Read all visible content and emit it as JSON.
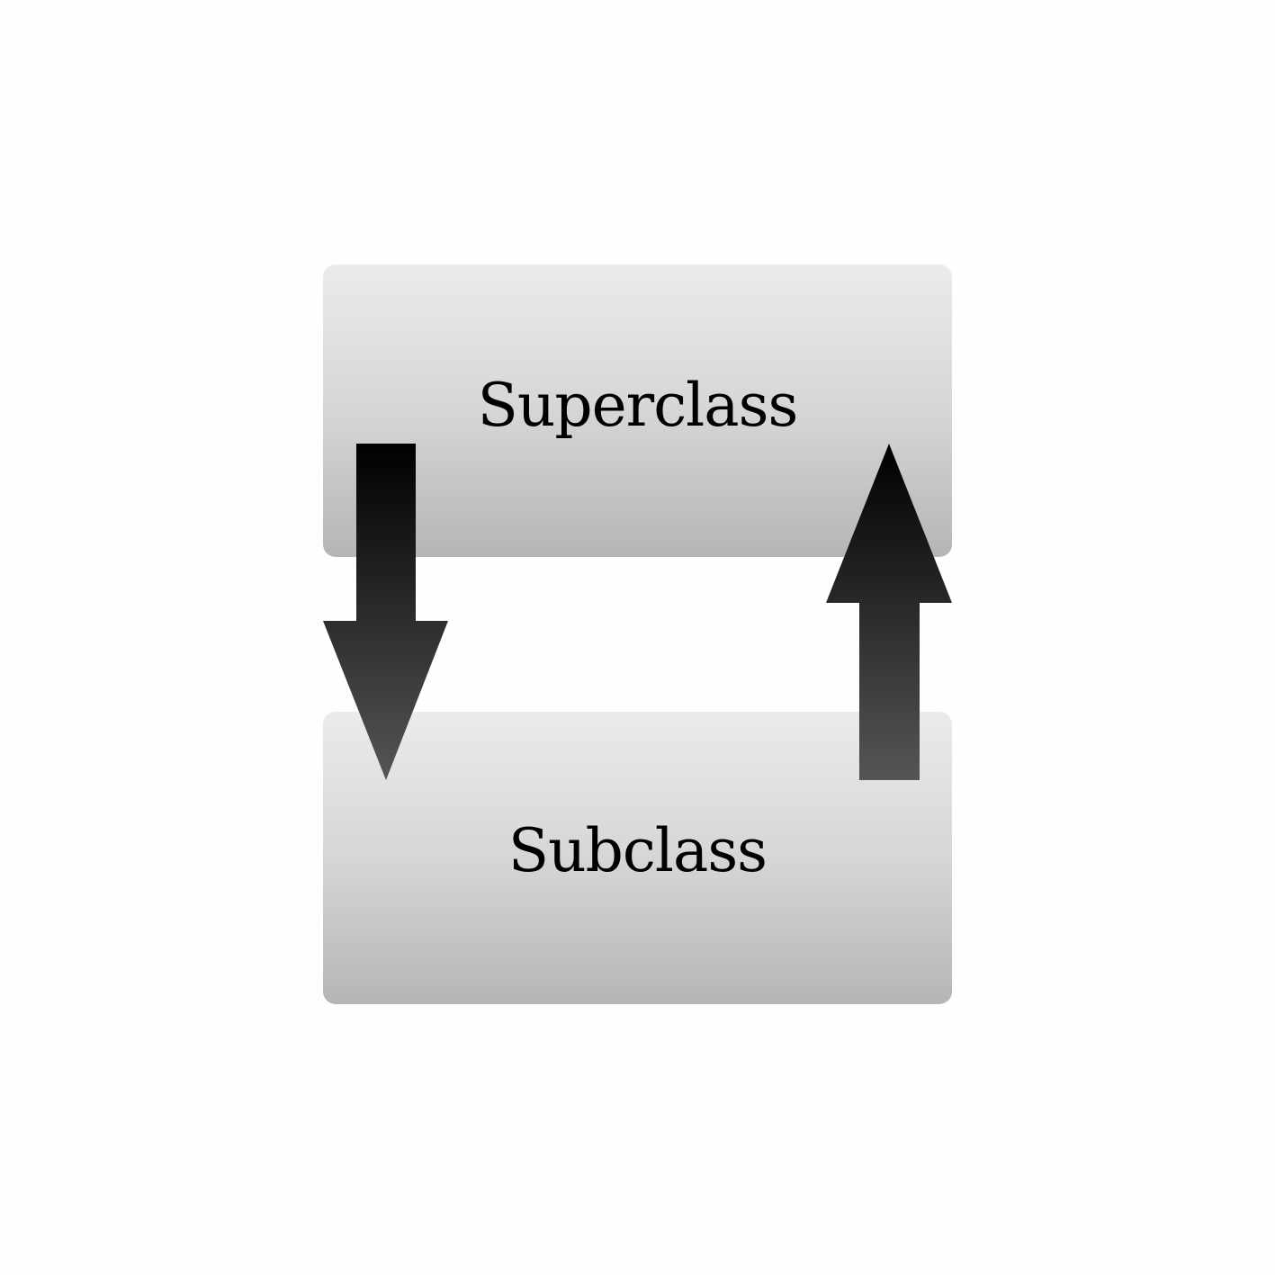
{
  "diagram": {
    "top_box": {
      "label": "Superclass"
    },
    "bottom_box": {
      "label": "Subclass"
    },
    "arrows": [
      {
        "name": "down-arrow",
        "direction": "down",
        "from": "Superclass",
        "to": "Subclass"
      },
      {
        "name": "up-arrow",
        "direction": "up",
        "from": "Subclass",
        "to": "Superclass"
      }
    ],
    "colors": {
      "box_gradient_top": "#ebebeb",
      "box_gradient_bottom": "#b5b5b5",
      "arrow_gradient_top": "#000000",
      "arrow_gradient_bottom": "#555555",
      "text": "#000000",
      "background": "#fefefe"
    }
  }
}
